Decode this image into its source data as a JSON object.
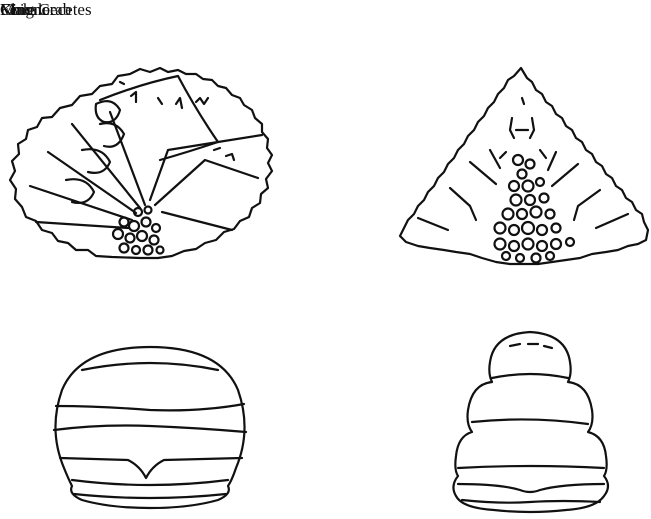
{
  "columns": {
    "female": "Female",
    "male": "Male"
  },
  "rows": {
    "king_crab": "King Crab",
    "chionoecetes": "Chionoecetes"
  },
  "colors": {
    "line": "#111111",
    "background": "#ffffff"
  }
}
